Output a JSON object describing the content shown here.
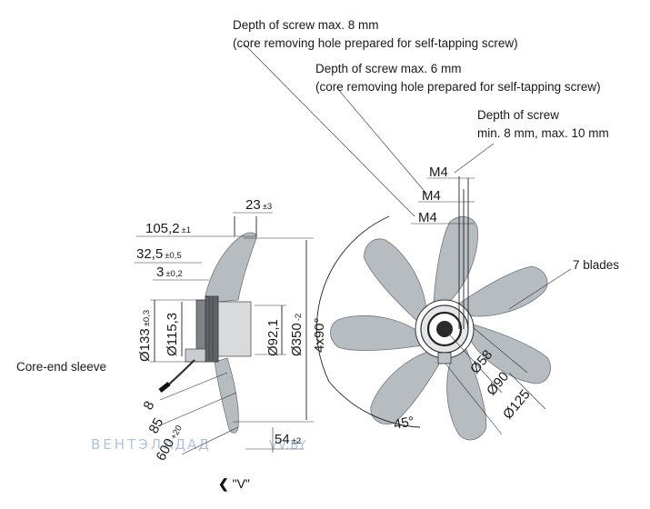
{
  "notes": {
    "screw_depth_8": [
      "Depth of screw max. 8 mm",
      "(core removing hole prepared for self-tapping screw)"
    ],
    "screw_depth_6": [
      "Depth of screw max. 6 mm",
      "(core removing hole prepared for self-tapping screw)"
    ],
    "screw_depth_min": [
      "Depth of screw",
      "min. 8 mm, max. 10 mm"
    ],
    "blades": "7 blades",
    "core_end_sleeve": "Core-end sleeve"
  },
  "thread_labels": [
    "M4",
    "M4",
    "M4"
  ],
  "side_view_dimensions": {
    "d23": {
      "value": "23",
      "tol": "±3"
    },
    "d105": {
      "value": "105,2",
      "tol": "±1"
    },
    "d32": {
      "value": "32,5",
      "tol": "±0,5"
    },
    "d3": {
      "value": "3",
      "tol": "±0,2"
    },
    "d133": {
      "value": "Ø133",
      "tol": "±0,3"
    },
    "d115": {
      "value": "Ø115,3",
      "tol": ""
    },
    "d92": {
      "value": "Ø92,1",
      "tol": ""
    },
    "d350": {
      "value": "Ø350",
      "tol": "-2"
    },
    "d4x90": {
      "value": "4x90°",
      "tol": ""
    },
    "d54": {
      "value": "54",
      "tol": "±2"
    },
    "d8": {
      "value": "8",
      "tol": ""
    },
    "d85": {
      "value": "85",
      "tol": ""
    },
    "d600": {
      "value": "600",
      "tol": "+20"
    }
  },
  "front_view_dimensions": {
    "d58": "Ø58",
    "d90": "Ø90",
    "d125": "Ø125",
    "angle45": "45°"
  },
  "view_label": "\"V\"",
  "view_arrow_icon": "chevron-left-icon",
  "watermark": {
    "left": "ВЕНТЭЛ",
    "middle": "АДАД",
    "right": "VV.BY"
  }
}
